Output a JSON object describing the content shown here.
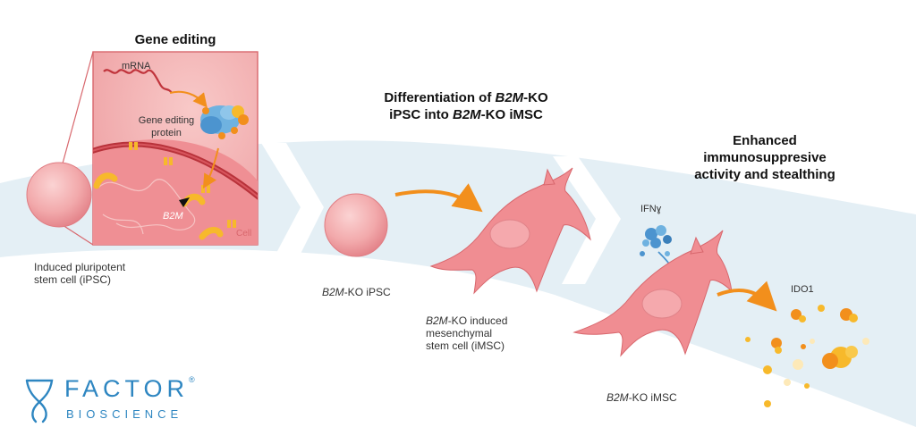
{
  "colors": {
    "band": "#e4eff5",
    "cell_fill": "#f2a9ab",
    "cell_edge": "#d8676d",
    "cell_body": "#f08d92",
    "inset_bg": "#f4b5b6",
    "membrane": "#b8323a",
    "orange": "#f28f1c",
    "gold": "#f7b92b",
    "blue": "#4c94cf",
    "logo_blue": "#2e86c1"
  },
  "icons": [
    "mrna-strand-icon",
    "protein-complex-icon",
    "arrow-icon",
    "dna-strand-icon",
    "ifn-gamma-icon",
    "ido1-particles-icon",
    "factor-helix-logo-icon"
  ],
  "panel1": {
    "title": "Gene editing",
    "mrna": "mRNA",
    "protein_l1": "Gene editing",
    "protein_l2": "protein",
    "b2m": "B2M",
    "cell": "Cell",
    "caption_l1": "Induced pluripotent",
    "caption_l2": "stem cell (iPSC)"
  },
  "panel2": {
    "title_l1_a": "Differentiation of ",
    "title_l1_b": "B2M",
    "title_l1_c": "-KO",
    "title_l2_a": "iPSC into ",
    "title_l2_b": "B2M",
    "title_l2_c": "-KO iMSC",
    "ipsc_a": "B2M",
    "ipsc_b": "-KO iPSC",
    "imsc_l1_a": "B2M",
    "imsc_l1_b": "-KO induced",
    "imsc_l2": "mesenchymal",
    "imsc_l3": "stem cell (iMSC)"
  },
  "panel3": {
    "title_l1": "Enhanced",
    "title_l2": "immunosuppresive",
    "title_l3": "activity and stealthing",
    "ifn": "IFNɣ",
    "ido1": "IDO1",
    "caption_a": "B2M",
    "caption_b": "-KO iMSC"
  },
  "logo": {
    "name": "FACTOR",
    "reg": "®",
    "sub": "BIOSCIENCE"
  }
}
